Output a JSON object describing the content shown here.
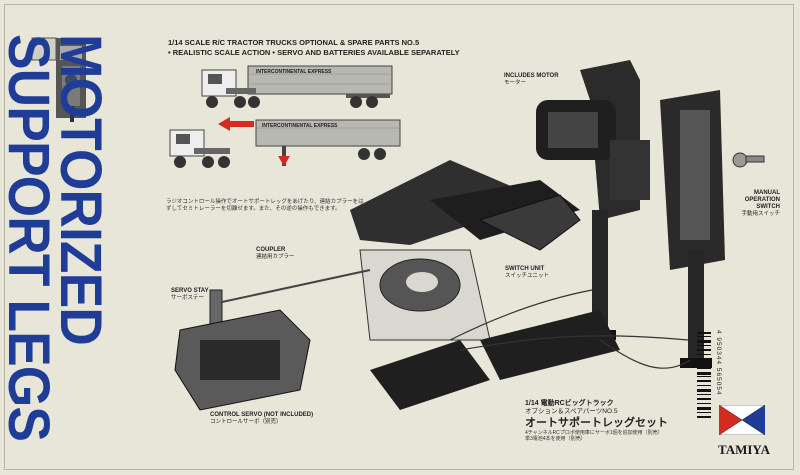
{
  "title_lines": [
    "MOTORIZED",
    "SUPPORT LEGS"
  ],
  "header": {
    "line1": "1/14 SCALE R/C TRACTOR TRUCKS OPTIONAL & SPARE PARTS NO.5",
    "line2": "• REALISTIC SCALE ACTION • SERVO AND BATTERIES AVAILABLE SEPARATELY"
  },
  "trailer_text": "INTERCONTINENTAL EXPRESS",
  "jp_note": "ラジオコントロール操作でオートサポートレッグをあげたり、連結カプラーをはずしてセミトレーラーを切離せます。また、その逆の操作もできます。",
  "labels": {
    "motor": {
      "en": "INCLUDES MOTOR",
      "jp": "モーター"
    },
    "manual": {
      "en1": "MANUAL",
      "en2": "OPERATION",
      "en3": "SWITCH",
      "jp": "手動用スイッチ"
    },
    "coupler": {
      "en": "COUPLER",
      "jp": "連結用カプラー"
    },
    "switch_unit": {
      "en": "SWITCH UNIT",
      "jp": "スイッチユニット"
    },
    "servo_stay": {
      "en": "SERVO STAY",
      "jp": "サーボステー"
    },
    "control_servo": {
      "en": "CONTROL SERVO (NOT INCLUDED)",
      "jp": "コントロールサーボ（別売）"
    }
  },
  "bottom": {
    "l1": "1/14 電動RCビッグトラック",
    "l2": "オプション＆スペアパーツNO.5",
    "l3": "オートサポートレッグセット",
    "l4a": "4チャンネルRCプロポ使用車にサーボ1個を追加使用（別売）",
    "l4b": "単3電池4本を使用（別売）"
  },
  "barcode_number": "4 950344 565054",
  "brand": "TAMIYA",
  "colors": {
    "title_blue": "#1f3c96",
    "arrow_red": "#d42a22",
    "background": "#e8e6d9"
  }
}
